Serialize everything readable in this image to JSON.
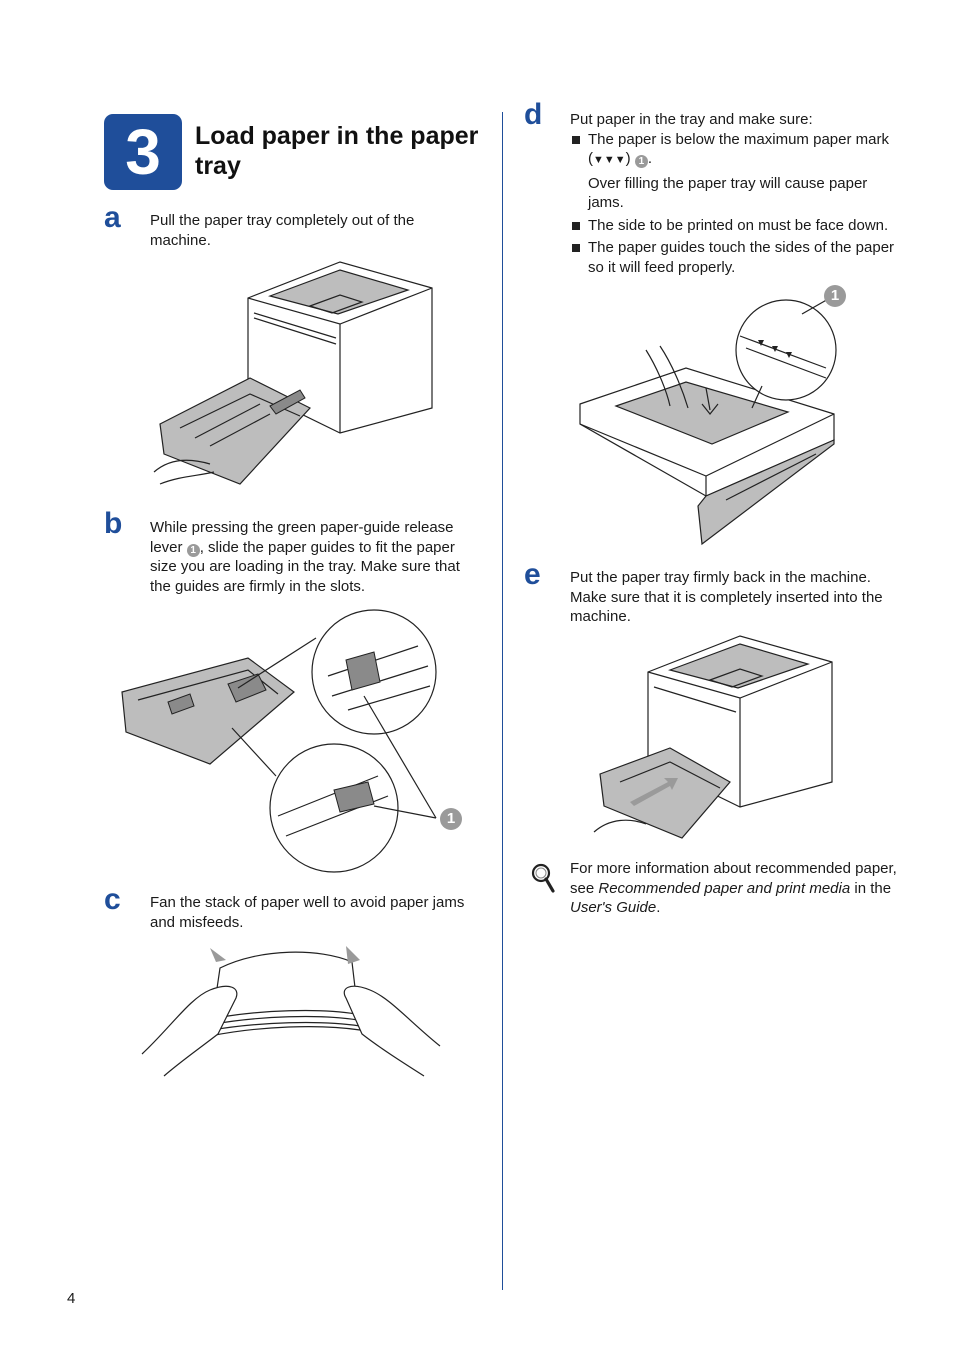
{
  "section": {
    "number": "3",
    "title": "Load paper in the paper tray"
  },
  "steps": {
    "a": {
      "letter": "a",
      "text": "Pull the paper tray completely out of the machine."
    },
    "b": {
      "letter": "b",
      "text_1": "While pressing the green paper-guide release lever ",
      "text_2": ", slide the paper guides to fit the paper size you are loading in the tray. Make sure that the guides are firmly in the slots.",
      "callout": "1"
    },
    "c": {
      "letter": "c",
      "text": "Fan the stack of paper well to avoid paper jams and misfeeds."
    },
    "d": {
      "letter": "d",
      "intro": "Put paper in the tray and make sure:",
      "bullet_1a": "The paper is below the maximum paper mark (",
      "bullet_1_marks": "▼▼▼",
      "bullet_1b": ") ",
      "bullet_1_callout": "1",
      "bullet_1c": ".",
      "bullet_1_note": "Over filling the paper tray will cause paper jams.",
      "bullet_2": "The side to be printed on must be face down.",
      "bullet_3": "The paper guides touch the sides of the paper so it will feed properly.",
      "callout": "1"
    },
    "e": {
      "letter": "e",
      "text": "Put the paper tray firmly back in the machine. Make sure that it is completely inserted into the machine."
    }
  },
  "note": {
    "icon": "magnifier-icon",
    "text_1": "For more information about recommended paper, see ",
    "italic_1": "Recommended paper and print media",
    "text_2": " in the ",
    "italic_2": "User's Guide",
    "text_3": "."
  },
  "page_number": "4",
  "colors": {
    "accent": "#1f4e9a",
    "callout": "#9a9a9a"
  }
}
